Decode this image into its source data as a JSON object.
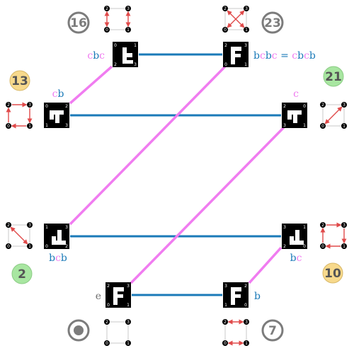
{
  "colors": {
    "pink": "#f07cf0",
    "blue": "#1a7ab8",
    "gray_text": "#707070",
    "badge_yellow": "#f7d98c",
    "badge_green": "#a8e6a1",
    "circle_gray": "#7c7c7c",
    "arrow_red": "#e04a4a"
  },
  "badges": [
    {
      "id": "b16",
      "label": "16",
      "style": "outline"
    },
    {
      "id": "b23",
      "label": "23",
      "style": "outline"
    },
    {
      "id": "b13",
      "label": "13",
      "style": "yellow"
    },
    {
      "id": "b21",
      "label": "21",
      "style": "green"
    },
    {
      "id": "b2",
      "label": "2",
      "style": "green"
    },
    {
      "id": "b10",
      "label": "10",
      "style": "yellow"
    },
    {
      "id": "b7",
      "label": "7",
      "style": "outline"
    },
    {
      "id": "bid",
      "label": "",
      "style": "identity"
    }
  ],
  "nodes": [
    {
      "id": "n_top_left",
      "corners": [
        "0",
        "1",
        "2",
        "3"
      ],
      "glyph": "t"
    },
    {
      "id": "n_top_right",
      "corners": [
        "2",
        "3",
        "0",
        "1"
      ],
      "glyph": "F"
    },
    {
      "id": "n_left_upper",
      "corners": [
        "0",
        "2",
        "1",
        "3"
      ],
      "glyph": "r"
    },
    {
      "id": "n_right_upper",
      "corners": [
        "2",
        "0",
        "3",
        "1"
      ],
      "glyph": "r"
    },
    {
      "id": "n_left_lower",
      "corners": [
        "1",
        "3",
        "0",
        "2"
      ],
      "glyph": "L"
    },
    {
      "id": "n_right_lower",
      "corners": [
        "3",
        "1",
        "2",
        "0"
      ],
      "glyph": "L"
    },
    {
      "id": "n_bottom_left",
      "corners": [
        "2",
        "3",
        "0",
        "1"
      ],
      "glyph": "F"
    },
    {
      "id": "n_bottom_right",
      "corners": [
        "3",
        "2",
        "1",
        "0"
      ],
      "glyph": "F"
    }
  ],
  "labels": {
    "top_left": [
      {
        "t": "c",
        "c": "pink"
      },
      {
        "t": "b",
        "c": "blue"
      },
      {
        "t": "c",
        "c": "pink"
      }
    ],
    "top_right": [
      {
        "t": "b",
        "c": "blue"
      },
      {
        "t": "c",
        "c": "pink"
      },
      {
        "t": "b",
        "c": "blue"
      },
      {
        "t": "c",
        "c": "pink"
      },
      {
        "t": " = ",
        "c": "blue"
      },
      {
        "t": "c",
        "c": "pink"
      },
      {
        "t": "b",
        "c": "blue"
      },
      {
        "t": "c",
        "c": "pink"
      },
      {
        "t": "b",
        "c": "blue"
      }
    ],
    "left_upper": [
      {
        "t": "c",
        "c": "pink"
      },
      {
        "t": "b",
        "c": "blue"
      }
    ],
    "right_upper": [
      {
        "t": "c",
        "c": "pink"
      }
    ],
    "left_lower": [
      {
        "t": "b",
        "c": "blue"
      },
      {
        "t": "c",
        "c": "pink"
      },
      {
        "t": "b",
        "c": "blue"
      }
    ],
    "right_lower": [
      {
        "t": "b",
        "c": "blue"
      },
      {
        "t": "c",
        "c": "pink"
      }
    ],
    "bottom_left": [
      {
        "t": "e",
        "c": "gray"
      }
    ],
    "bottom_right": [
      {
        "t": "b",
        "c": "blue"
      }
    ]
  },
  "mini_diagrams": [
    {
      "id": "m_top_left",
      "corners": [
        "2",
        "3",
        "0",
        "1"
      ],
      "arrows": "vertical_pair"
    },
    {
      "id": "m_top_right",
      "corners": [
        "2",
        "3",
        "0",
        "1"
      ],
      "arrows": "cross"
    },
    {
      "id": "m_left_upper",
      "corners": [
        "2",
        "3",
        "0",
        "1"
      ],
      "arrows": "cycle"
    },
    {
      "id": "m_right_upper",
      "corners": [
        "2",
        "3",
        "0",
        "1"
      ],
      "arrows": "diag_up"
    },
    {
      "id": "m_left_lower",
      "corners": [
        "2",
        "3",
        "0",
        "1"
      ],
      "arrows": "diag_down"
    },
    {
      "id": "m_right_lower",
      "corners": [
        "2",
        "3",
        "0",
        "1"
      ],
      "arrows": "cycle2"
    },
    {
      "id": "m_bottom_left",
      "corners": [
        "2",
        "3",
        "0",
        "1"
      ],
      "arrows": "none"
    },
    {
      "id": "m_bottom_right",
      "corners": [
        "2",
        "3",
        "0",
        "1"
      ],
      "arrows": "horizontal_pair"
    }
  ]
}
